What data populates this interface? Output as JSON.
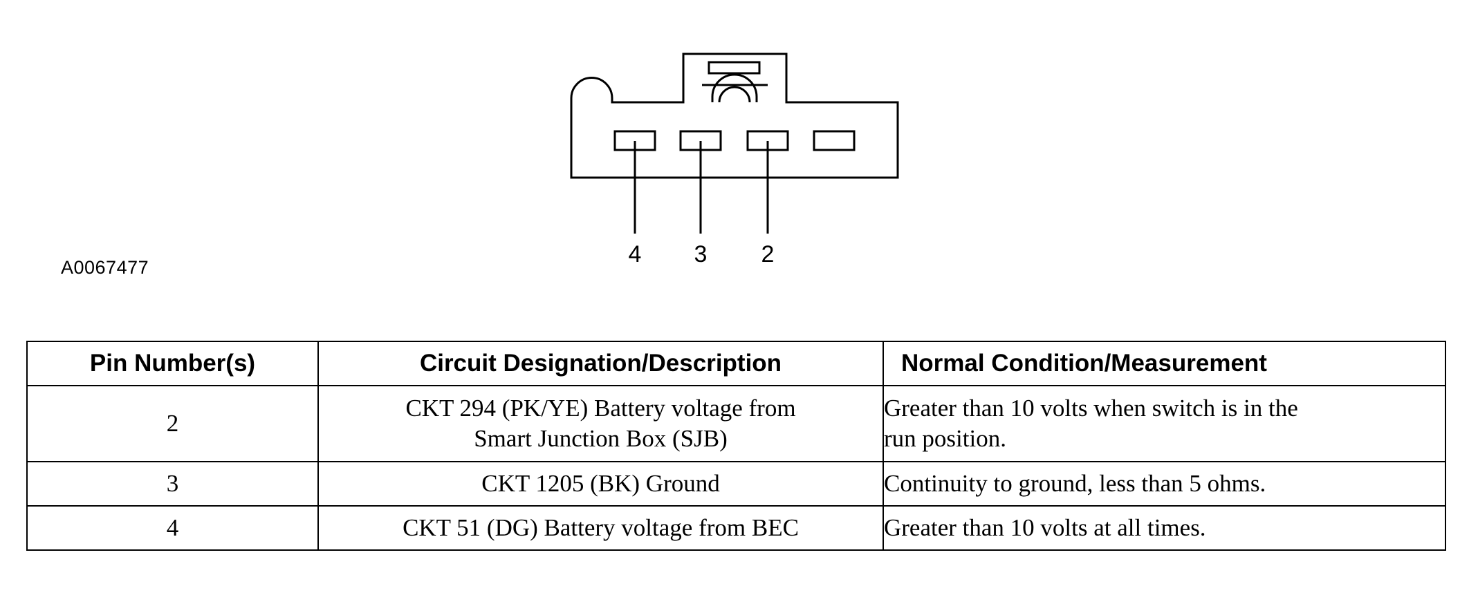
{
  "figure_id": "A0067477",
  "diagram": {
    "pin_callouts": [
      "4",
      "3",
      "2"
    ]
  },
  "table": {
    "headers": {
      "pin": "Pin Number(s)",
      "circuit": "Circuit Designation/Description",
      "condition": "Normal Condition/Measurement"
    },
    "rows": [
      {
        "pin": "2",
        "circuit_line1": "CKT 294 (PK/YE) Battery voltage from",
        "circuit_line2": "Smart Junction Box (SJB)",
        "condition_line1": "Greater than 10 volts when switch is in the",
        "condition_line2": "run position."
      },
      {
        "pin": "3",
        "circuit": "CKT 1205 (BK) Ground",
        "condition": "Continuity to ground, less than 5 ohms."
      },
      {
        "pin": "4",
        "circuit": "CKT 51 (DG) Battery voltage from BEC",
        "condition": "Greater than 10 volts at all times."
      }
    ]
  }
}
